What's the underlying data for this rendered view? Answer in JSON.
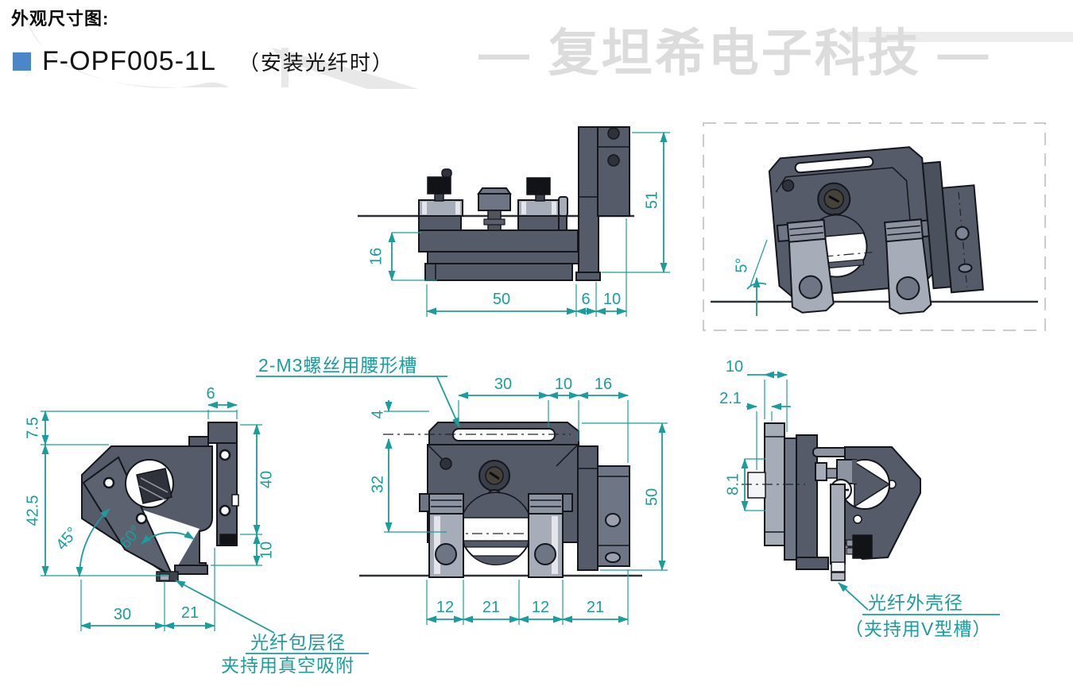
{
  "header": {
    "title": "外观尺寸图:",
    "product_code": "F-OPF005-1L",
    "product_note": "（安装光纤时）",
    "watermark": "— 复坦希电子科技 —"
  },
  "colors": {
    "dimension_teal": "#1b9c9d",
    "accent_blue": "#4a86c8",
    "watermark_gray": "#dcdcdc",
    "part_dark": "#565b69",
    "part_mid": "#6e7584",
    "part_light": "#a7adb8"
  },
  "views": {
    "top_side": {
      "dims": {
        "d16": "16",
        "d51": "51",
        "d50": "50",
        "d6": "6",
        "d10": "10"
      }
    },
    "tilted_front": {
      "dims": {
        "angle": "5°"
      }
    },
    "left_side": {
      "dims": {
        "d6": "6",
        "d7_5": "7.5",
        "d42_5": "42.5",
        "a45": "45°",
        "a60": "60°",
        "d40": "40",
        "d10": "10",
        "d30": "30",
        "d21": "21"
      },
      "callout": {
        "line1": "光纤包层径",
        "line2": "夹持用真空吸附"
      }
    },
    "front": {
      "slot_callout": "2-M3螺丝用腰形槽",
      "dims": {
        "d30": "30",
        "d10": "10",
        "d16": "16",
        "d4": "4",
        "d32": "32",
        "d50": "50",
        "b12a": "12",
        "b21a": "21",
        "b12b": "12",
        "b21b": "21"
      }
    },
    "right_side": {
      "dims": {
        "d10": "10",
        "d2_1": "2.1",
        "d8_1": "8.1"
      },
      "callout": {
        "line1": "光纤外壳径",
        "line2": "（夹持用V型槽）"
      }
    }
  }
}
